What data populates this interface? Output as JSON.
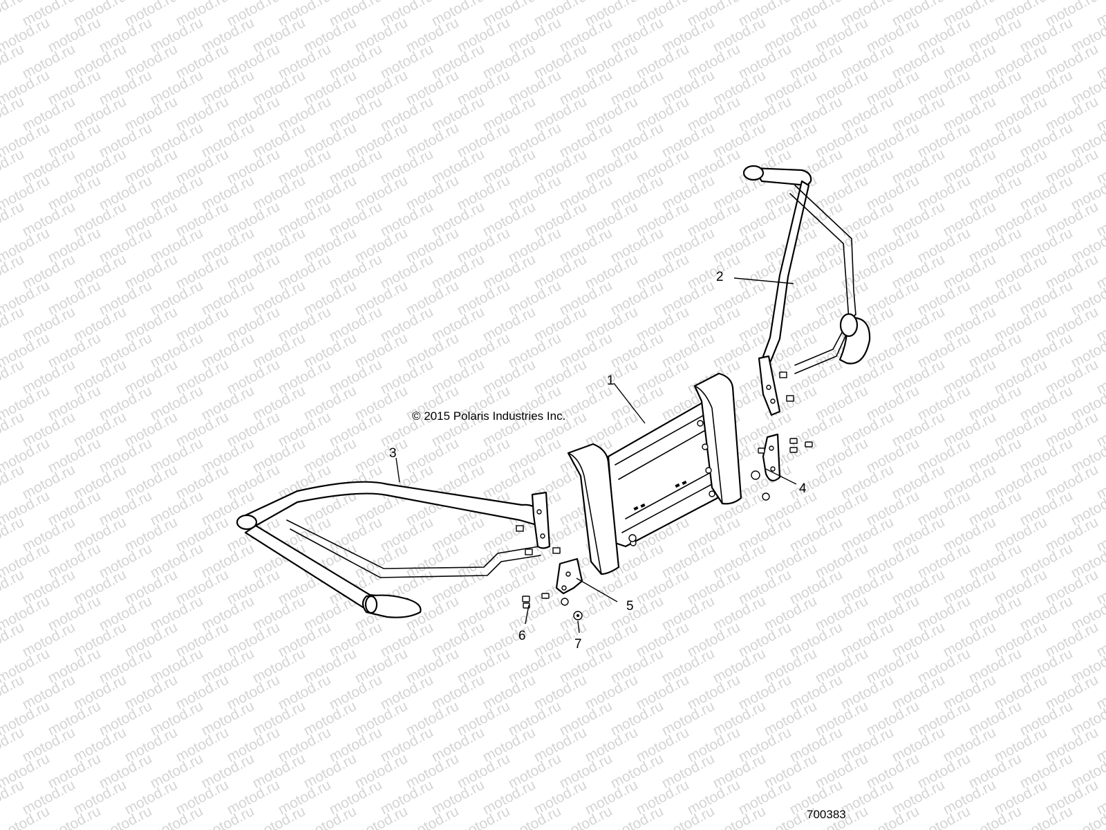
{
  "watermark": {
    "text": "motod.ru",
    "color": "#d4d4d4"
  },
  "copyright": "© 2015 Polaris Industries Inc.",
  "figure_code": "700383",
  "callouts": [
    {
      "number": "1",
      "part": "front-bumper-center"
    },
    {
      "number": "2",
      "part": "right-bumper-side-tube"
    },
    {
      "number": "3",
      "part": "left-bumper-side-tube"
    },
    {
      "number": "4",
      "part": "right-mounting-bracket"
    },
    {
      "number": "5",
      "part": "left-mounting-bracket"
    },
    {
      "number": "6",
      "part": "bolt"
    },
    {
      "number": "7",
      "part": "nut"
    }
  ]
}
